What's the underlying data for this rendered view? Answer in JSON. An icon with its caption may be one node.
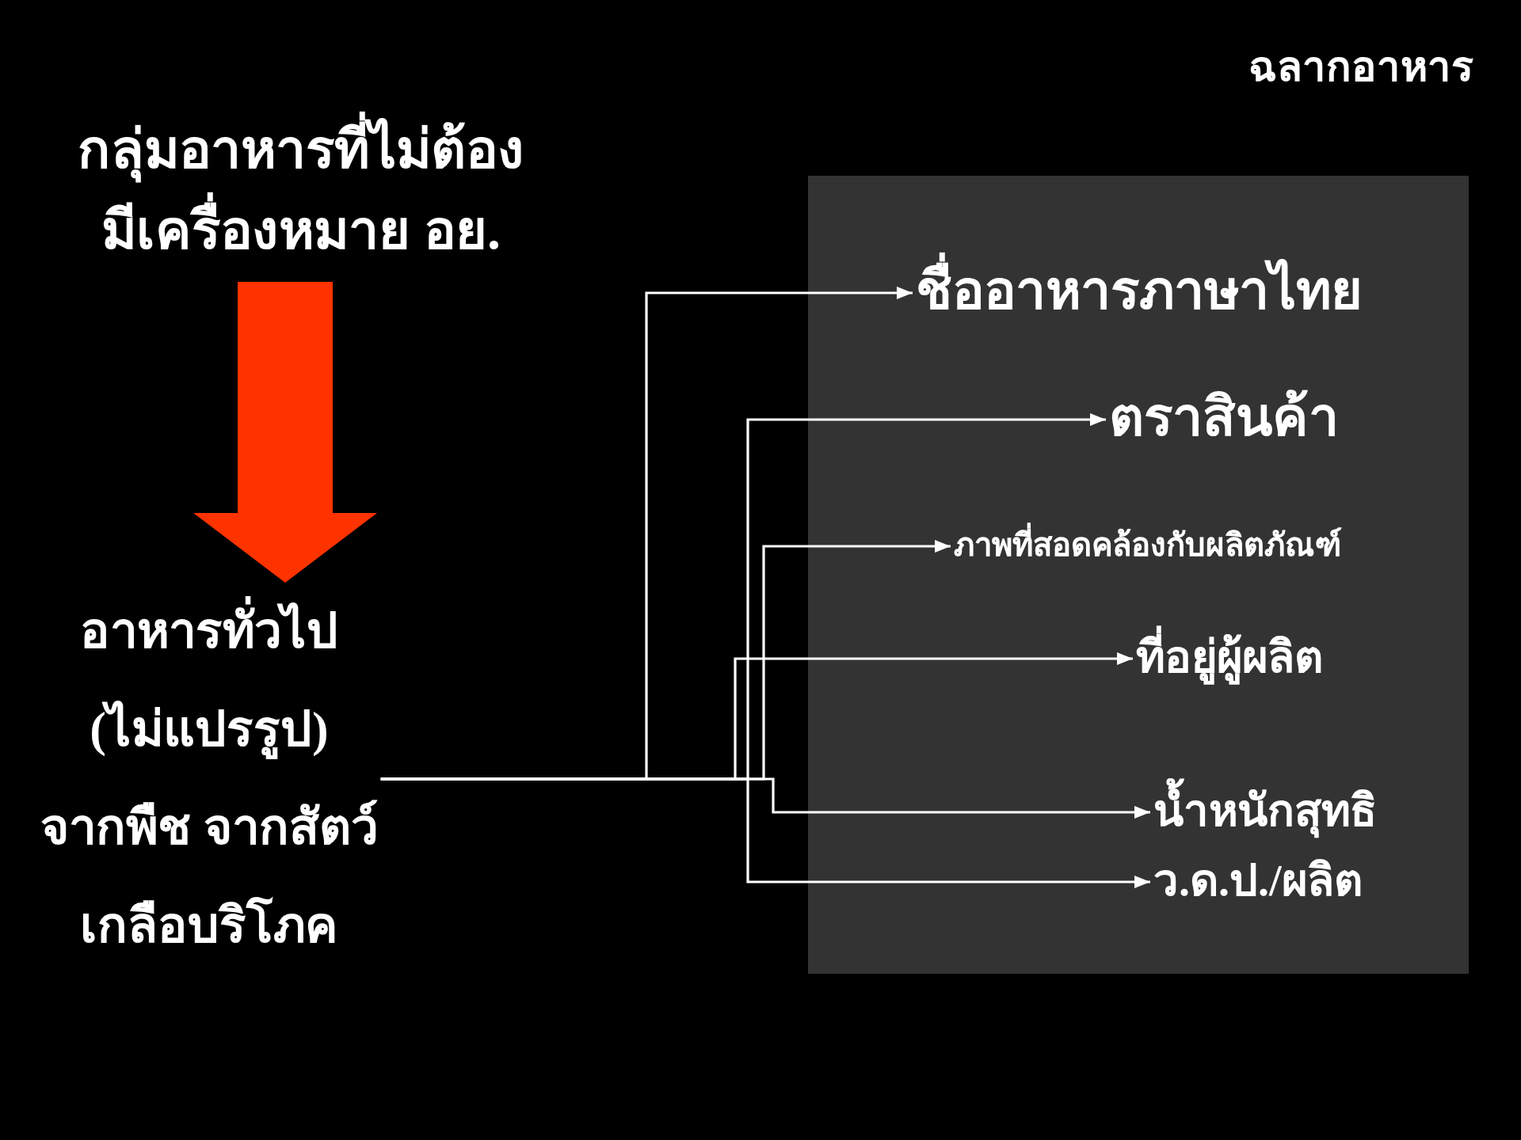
{
  "diagram": {
    "title": "ฉลากอาหาร",
    "nodes": [
      {
        "text": [
          "กลุ่มอาหารที่ไม่ต้อง มีเครื่องหมาย อย."
        ]
      },
      {
        "text": [
          "อาหารทั่วไป (ไม่แปรรูป) จากพืช จากสัตว์ เกลือบริโภค"
        ]
      },
      {
        "text": [],
        "shape": "box"
      },
      {
        "text": [
          "ชื่ออาหารภาษาไทย"
        ],
        "in": 2
      },
      {
        "text": [
          "ตราสินค้า"
        ],
        "in": 2
      },
      {
        "text": [
          "ภาพที่สอดคล้องกับผลิตภัณฑ์"
        ],
        "in": 2
      },
      {
        "text": [
          "ที่อยู่ผู้ผลิต"
        ],
        "in": 2
      },
      {
        "text": [
          "น้ำหนักสุทธิ"
        ],
        "in": 2
      },
      {
        "text": [
          "ว.ด.ป./ผลิต"
        ],
        "in": 2
      }
    ],
    "edges": [
      {
        "from": 0,
        "to": 1,
        "arrow": "to",
        "style": "thick",
        "color": "#ff3300"
      },
      {
        "from": 1,
        "to": 3,
        "arrow": "to"
      },
      {
        "from": 1,
        "to": 4,
        "arrow": "to"
      },
      {
        "from": 1,
        "to": 5,
        "arrow": "to"
      },
      {
        "from": 1,
        "to": 6,
        "arrow": "to"
      },
      {
        "from": 1,
        "to": 7,
        "arrow": "to"
      },
      {
        "from": 1,
        "to": 8,
        "arrow": "to"
      }
    ]
  }
}
